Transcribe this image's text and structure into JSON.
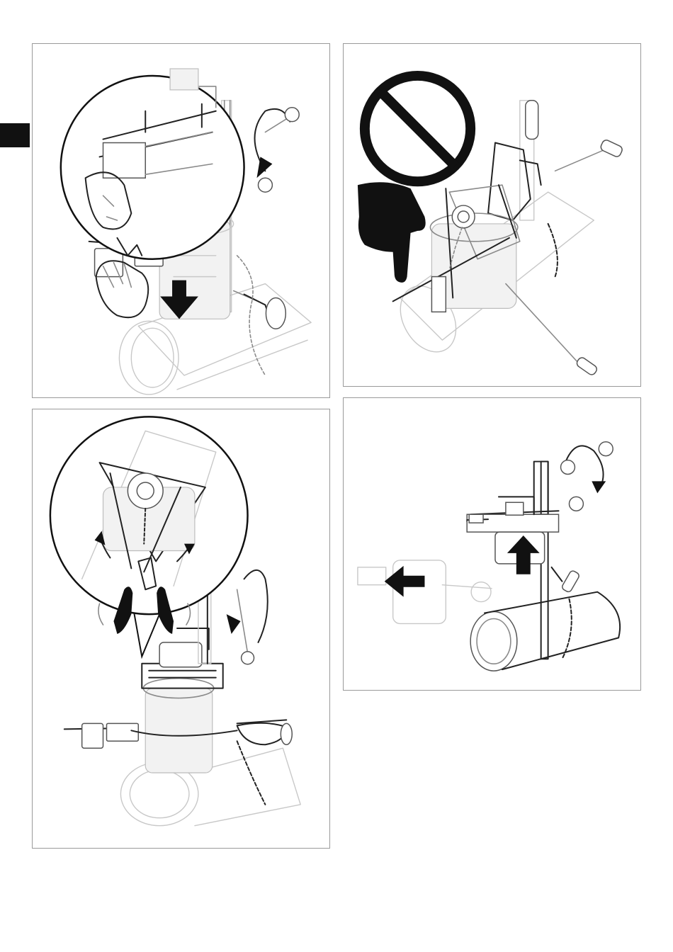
{
  "page": {
    "section_tab_color": "#111111",
    "panel_border_color": "#9a9a9a"
  },
  "figures": [
    {
      "id": "fig-1",
      "icons": [
        "zoom-detail-icon",
        "down-arrow-icon",
        "rotate-clockwise-arrow-icon",
        "hand-icon"
      ]
    },
    {
      "id": "fig-2",
      "icons": [
        "prohibition-sign-icon",
        "pointing-hand-icon"
      ]
    },
    {
      "id": "fig-3",
      "icons": [
        "zoom-detail-icon",
        "hands-icon",
        "spread-arrows-icon",
        "rotate-clockwise-arrow-icon"
      ]
    },
    {
      "id": "fig-4",
      "icons": [
        "up-arrow-icon",
        "left-arrow-icon",
        "rotate-clockwise-arrow-icon"
      ]
    }
  ]
}
